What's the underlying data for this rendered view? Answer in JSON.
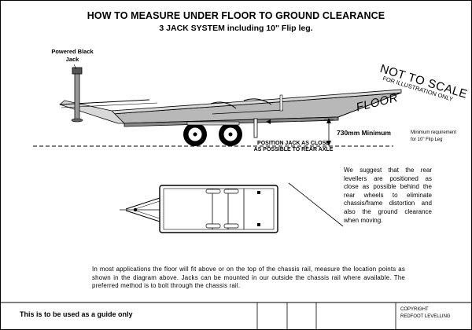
{
  "header": {
    "title": "HOW TO MEASURE UNDER FLOOR TO GROUND CLEARANCE",
    "subtitle": "3 JACK SYSTEM including 10\" Flip leg."
  },
  "annotations": {
    "jack_label_line1": "Powered Black",
    "jack_label_line2": "Jack",
    "not_to_scale": "NOT TO SCALE",
    "for_illustration": "FOR ILLUSTRATION ONLY",
    "floor": "FLOOR",
    "minimum": "730mm Minimum",
    "requirement_line1": "Minimum requirement",
    "requirement_line2": "for 10\" Flip Leg",
    "jack_position_line1": "POSITION JACK AS CLOSE",
    "jack_position_line2": "AS POSSIBLE TO REAR AXLE"
  },
  "suggestion": "We suggest that the rear levellers are positioned as close as possible behind the rear wheels to eliminate chassis/frame distortion and also the ground clearance when moving.",
  "body_text": "In most applications the floor will fit above or on the top of the chassis rail, measure the location points as shown in the diagram above.  Jacks can be mounted in our outside the chassis rail where available.  The preferred method is to bolt through the chassis rail.",
  "footer": {
    "left": "This is to be used as a guide only",
    "right_line1": "COPYRIGHT",
    "right_line2": "REDFOOT LEVELLING"
  },
  "colors": {
    "deck": "#b8b8b8",
    "ink": "#000000",
    "wheel_fill": "#ffffff"
  }
}
